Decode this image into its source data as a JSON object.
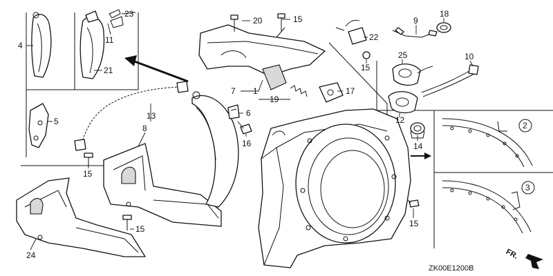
{
  "diagram": {
    "callouts": [
      {
        "id": "c4",
        "label": "4"
      },
      {
        "id": "c21",
        "label": "21"
      },
      {
        "id": "c23",
        "label": "23"
      },
      {
        "id": "c11",
        "label": "11"
      },
      {
        "id": "c5",
        "label": "5"
      },
      {
        "id": "c13",
        "label": "13"
      },
      {
        "id": "c8",
        "label": "8"
      },
      {
        "id": "c15a",
        "label": "15"
      },
      {
        "id": "c24",
        "label": "24"
      },
      {
        "id": "c15b",
        "label": "15"
      },
      {
        "id": "c20",
        "label": "20"
      },
      {
        "id": "c15c",
        "label": "15"
      },
      {
        "id": "c7",
        "label": "7"
      },
      {
        "id": "c1",
        "label": "1"
      },
      {
        "id": "c19",
        "label": "19"
      },
      {
        "id": "c6",
        "label": "6"
      },
      {
        "id": "c16",
        "label": "16"
      },
      {
        "id": "c17",
        "label": "17"
      },
      {
        "id": "c22",
        "label": "22"
      },
      {
        "id": "c15d",
        "label": "15"
      },
      {
        "id": "c9",
        "label": "9"
      },
      {
        "id": "c18",
        "label": "18"
      },
      {
        "id": "c25",
        "label": "25"
      },
      {
        "id": "c10",
        "label": "10"
      },
      {
        "id": "c12",
        "label": "12"
      },
      {
        "id": "c14",
        "label": "14"
      },
      {
        "id": "c15e",
        "label": "15"
      }
    ],
    "variants": [
      {
        "id": "v2",
        "label": "2"
      },
      {
        "id": "v3",
        "label": "3"
      }
    ],
    "direction_label": "FR.",
    "drawing_code": "ZK00E1200B"
  }
}
